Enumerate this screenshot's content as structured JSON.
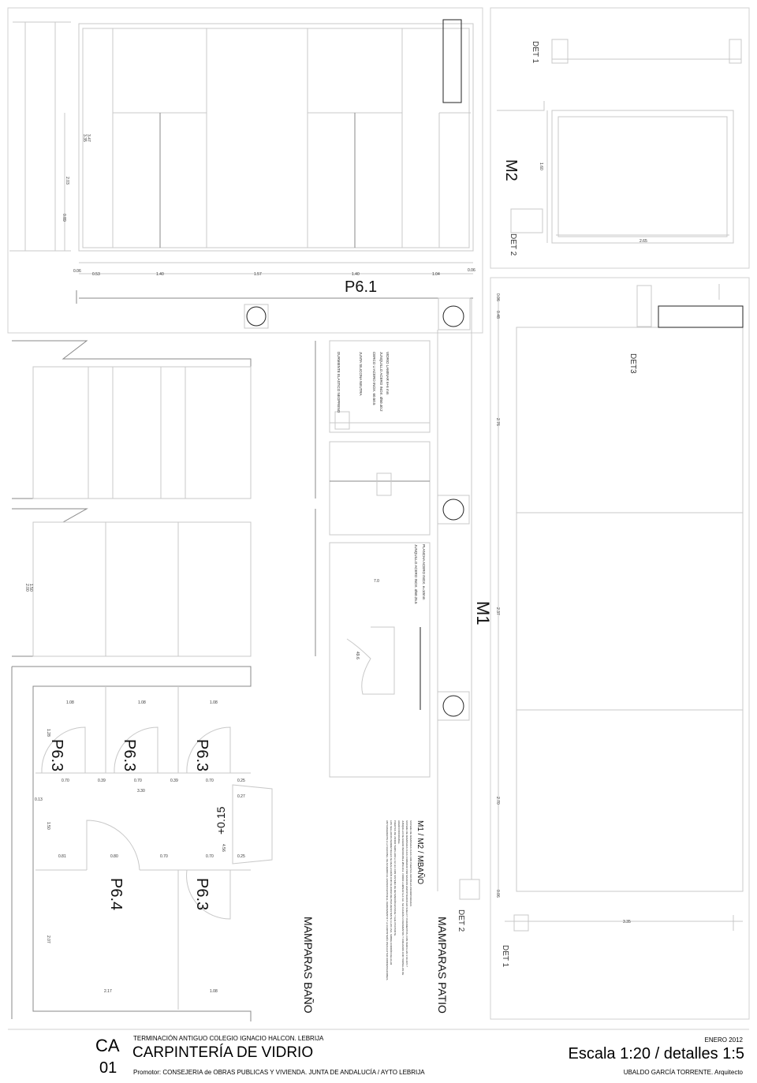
{
  "title_block": {
    "sheet_code": "CA",
    "sheet_number": "01",
    "project": "TERMINACIÓN ANTIGUO COLEGIO IGNACIO HALCON. LEBRIJA",
    "title": "CARPINTERÍA DE VIDRIO",
    "promoter": "Promotor: CONSEJERIA de OBRAS PUBLICAS Y VIVIENDA. JUNTA DE ANDALUCÍA / AYTO LEBRIJA",
    "date": "ENERO 2012",
    "scale": "Escala 1:20 / detalles 1:5",
    "author": "UBALDO GARCÍA TORRENTE. Arquitecto"
  },
  "p61": {
    "label": "P6.1",
    "dims": [
      "0.06",
      "0.53",
      "1.40",
      "1.57",
      "1.40",
      "1.04",
      "0.06"
    ],
    "heights": [
      "3.35",
      "3.47",
      "2.03",
      "0.89"
    ]
  },
  "m2": {
    "label": "M2",
    "det1": "DET 1",
    "det2": "DET 2",
    "height": "1.60",
    "width": "2.65"
  },
  "m1": {
    "label": "M1",
    "det3": "DET3",
    "det2": "DET 2",
    "det1": "DET 1",
    "heights": [
      "0.06",
      "0.48",
      "2.76",
      "2.37",
      "2.70",
      "0.06"
    ],
    "width": "3.35",
    "section_title": "MAMPARAS PATIO"
  },
  "details": {
    "notes_a": [
      "VIDRIO LAMINAR 6+6 mm",
      "JUNQUILLO ACERO INOX. Ø50.40.2",
      "CERCO U ACERO INOX. 60.50.5",
      "JUNTA SILICONA NEUTRA",
      "DURMIENTE ELASTICO NEOPRENO"
    ],
    "notes_b": [
      "PLANCHA ACERO INOX. e=10mm",
      "JUNQUILLO ACERO INOX. Ø60.25.5"
    ],
    "dim_a": "7.0",
    "dim_b": "49.6"
  },
  "spec": {
    "title": "M1 / M2 / MBAÑO",
    "lines": [
      "SISTEMA DE MAMPARAS FIJAS CON PUERTAS ABATIBLES INCORPORADAS",
      "SISTEMA DE MAMPARAS FIJAS FORMADO POR MARCOS EMPOTRADOS EN SUELO Y PARAMENTOS, CON PERFIL EN U 60.40.5 Y",
      "JUNQUILLO DE ACERO INOXIDABLE Ø50.40.2. VIDRIO LAMINAR 6+6 mm. SE FIJARÁN A PARAMENTOS Y FORJADOS CON TORNILLOS DE",
      "ACERO INOXIDABLE.",
      "PUERTAS DE VIDRIO TEMPLADO e=12 mm CON SISTEMA DE RETENCIÓN EN BASE Y EJE PIVOTANTE.",
      "LOS SELLADOS PERIMETRALES SE REALIZARÁN CON SILICONA NEUTRA RESISTENTE A LOS UVA, SOBRE CORDÓN CELULAR",
      "ANTIADHERENTE A LA SILICONA, DE ACUERDO AL ESPACIO ENTRE EL CERRAMIENTO Y LA CARPINTERÍA PARA EVITAR CONDENSACIONES."
    ]
  },
  "bano": {
    "section_title": "MAMPARAS BAÑO",
    "elev_dims": [
      "2.00",
      "1.50"
    ],
    "doors": [
      "P6.3",
      "P6.3",
      "P6.3",
      "P6.4",
      "P6.3"
    ],
    "top_dims": [
      "1.08",
      "1.08",
      "1.08"
    ],
    "row1": [
      "0.70",
      "0.39",
      "0.70",
      "0.39",
      "0.70",
      "0.25"
    ],
    "total": "3.30",
    "row2": [
      "0.81",
      "0.80",
      "0.70",
      "0.70",
      "0.25"
    ],
    "bottom_dims": [
      "2.17",
      "1.08"
    ],
    "side_dims": [
      "1.28",
      "0.13",
      "1.50",
      "2.07",
      "0.27",
      "4.56"
    ],
    "level": "+0.15"
  }
}
